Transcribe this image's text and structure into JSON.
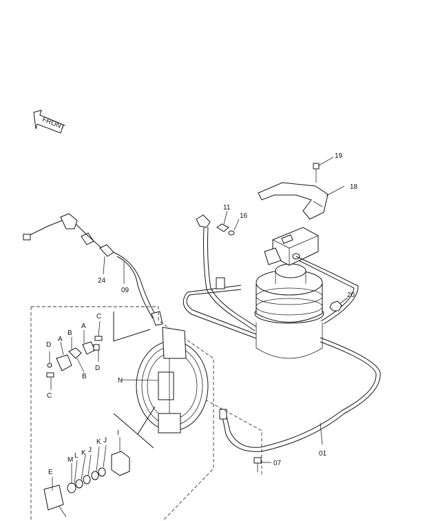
{
  "front_arrow": {
    "text": "FRONT"
  },
  "callouts": {
    "p19": "19",
    "p18": "18",
    "p11": "11",
    "p16": "16",
    "p20": "20",
    "p24": "24",
    "p09": "09",
    "p01": "01",
    "p07": "07",
    "A1": "A",
    "A2": "A",
    "B1": "B",
    "B2": "B",
    "C1": "C",
    "C2": "C",
    "D1": "D",
    "D2": "D",
    "N": "N",
    "I": "I",
    "M": "M",
    "L": "L",
    "K1": "K",
    "J1": "J",
    "K2": "K",
    "J2": "J",
    "E": "E"
  }
}
